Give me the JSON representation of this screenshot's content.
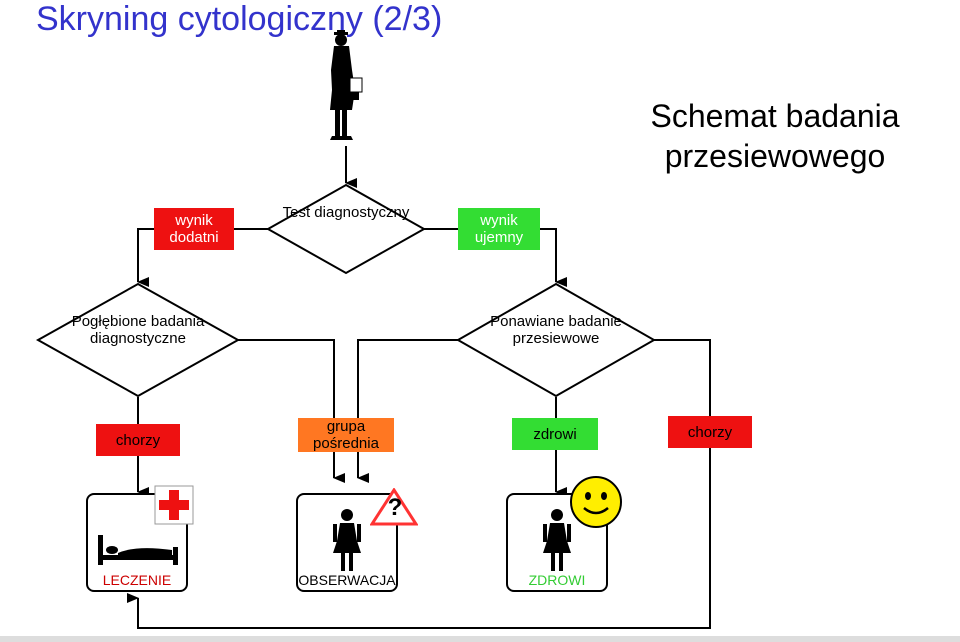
{
  "title": "Skryning cytologiczny (2/3)",
  "subtitle": "Schemat badania przesiewowego",
  "nodes": {
    "test": "Test diagnostyczny",
    "positive": "wynik dodatni",
    "negative": "wynik ujemny",
    "deep": "Pogłębione badania diagnostyczne",
    "repeat": "Ponawiane badanie przesiewowe",
    "sick1": "chorzy",
    "middle": "grupa pośrednia",
    "healthy": "zdrowi",
    "sick2": "chorzy"
  },
  "cards": {
    "treatment": "LECZENIE",
    "observation": "OBSERWACJA",
    "healthy": "ZDROWI"
  },
  "warning_symbol": "?",
  "colors": {
    "title": "#3333cc",
    "red": "#ee1111",
    "green": "#33dd33",
    "orange": "#ff7722",
    "warning": "#ff3333",
    "smiley": "#ffee00"
  }
}
